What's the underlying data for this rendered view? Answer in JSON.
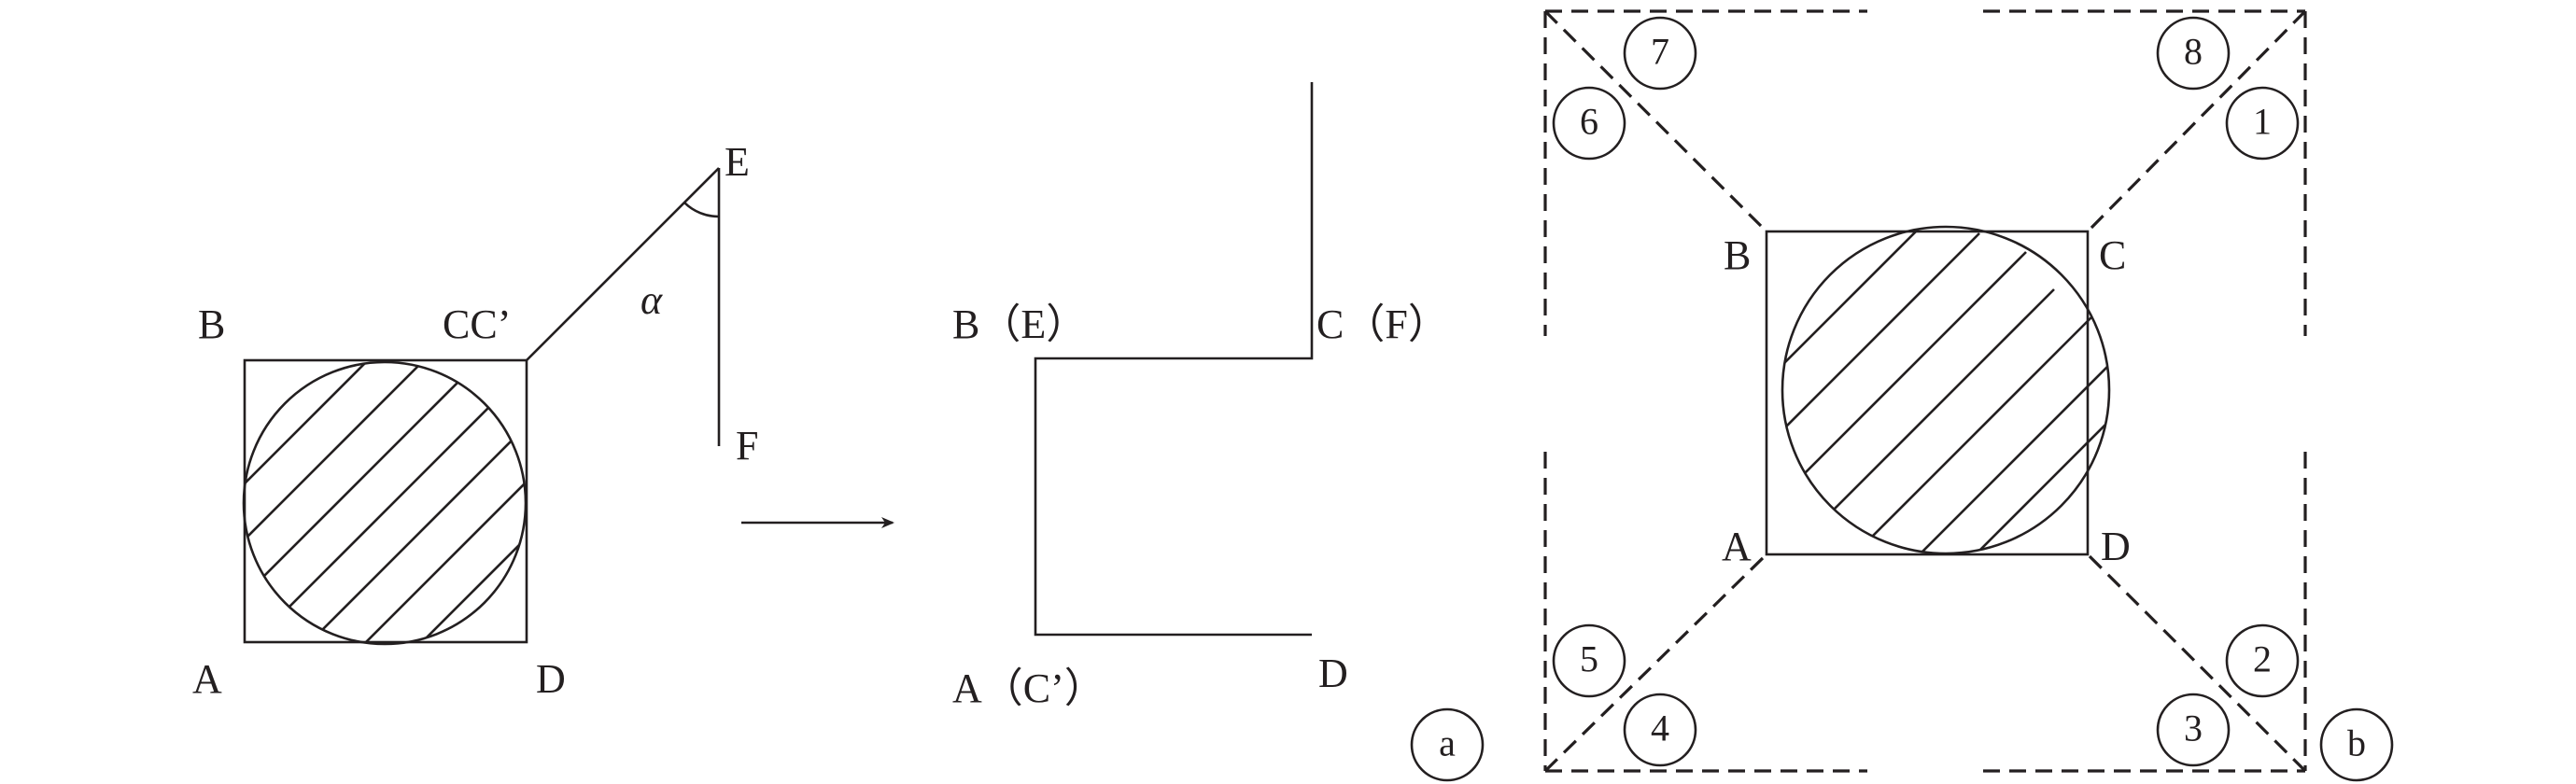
{
  "panel_a": {
    "left_labels": {
      "B": "B",
      "CC": "CC’",
      "A": "A",
      "D": "D",
      "E": "E",
      "F": "F",
      "alpha": "α"
    },
    "right_labels": {
      "B": "B（E）",
      "C": "C（F）",
      "A": "A（C’）",
      "D": "D"
    },
    "badge": "a"
  },
  "panel_b": {
    "vertex_labels": {
      "B": "B",
      "C": "C",
      "A": "A",
      "D": "D"
    },
    "numbers": [
      "1",
      "2",
      "3",
      "4",
      "5",
      "6",
      "7",
      "8"
    ],
    "badge": "b"
  },
  "colors": {
    "ink": "#231f20",
    "background": "#ffffff"
  },
  "icons": {
    "transform_arrow": "right-arrow-icon"
  }
}
